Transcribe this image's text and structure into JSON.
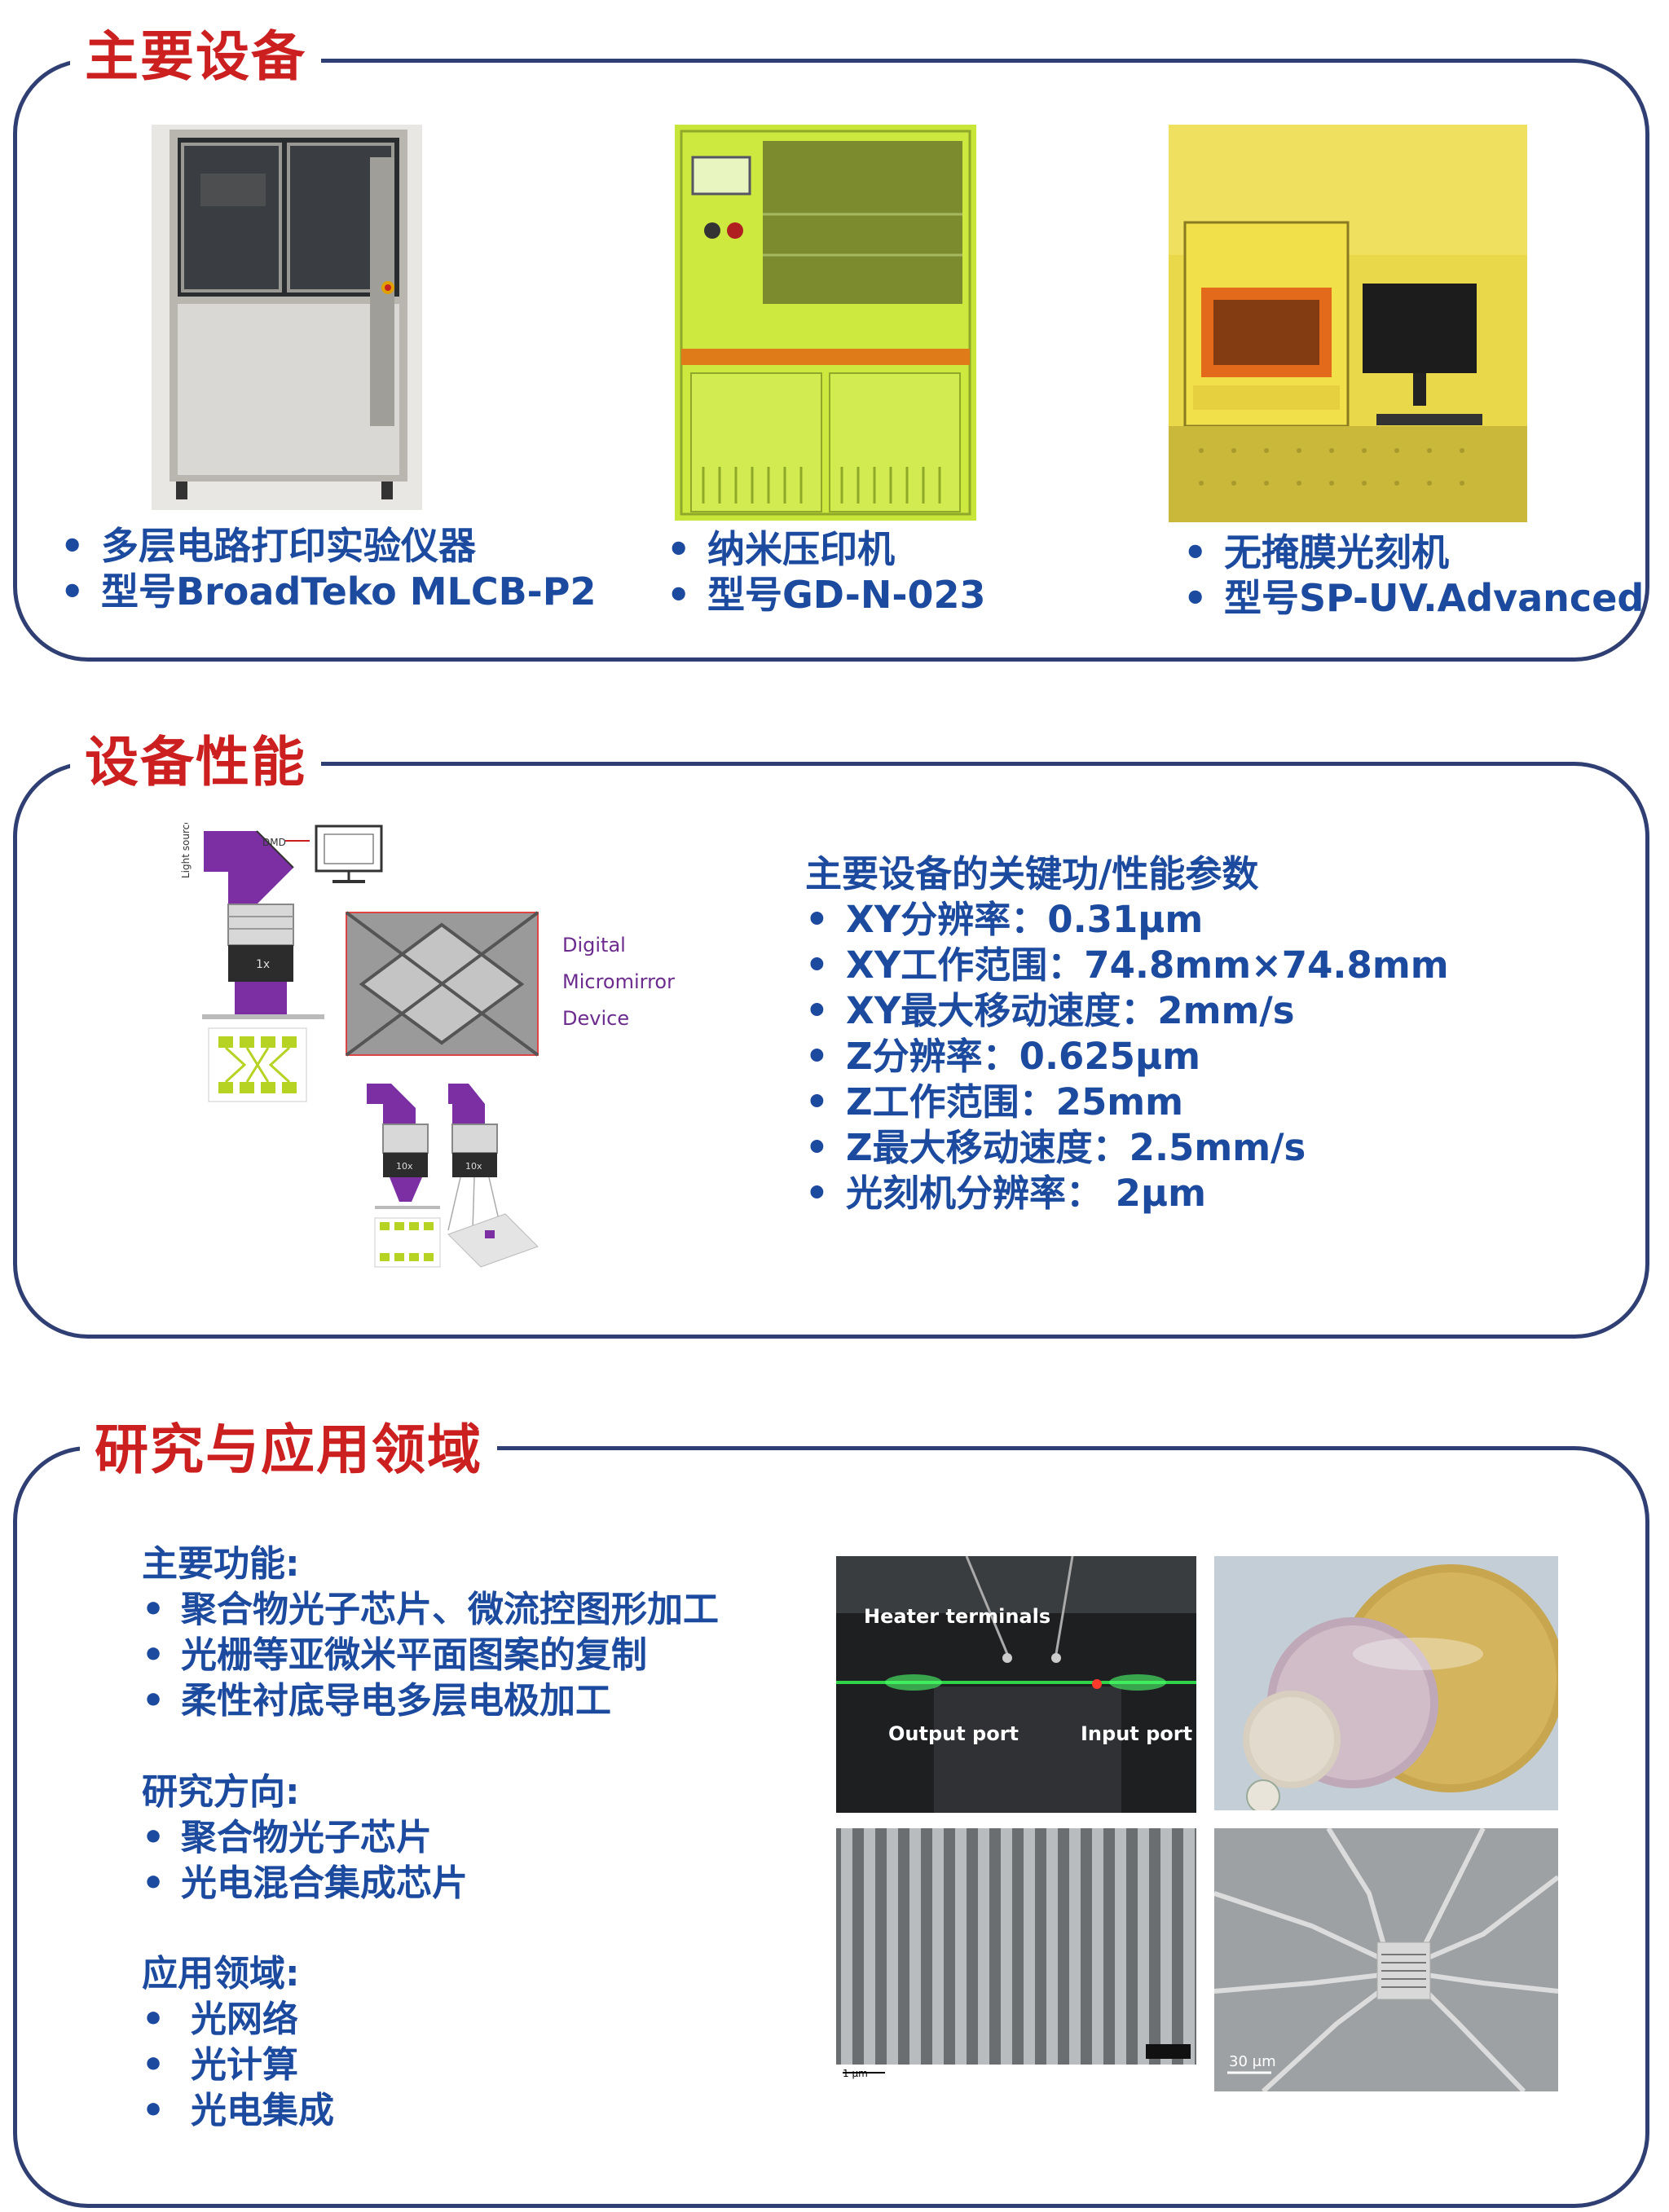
{
  "sections": {
    "equipment_title": "主要设备",
    "performance_title": "设备性能",
    "research_title": "研究与应用领域"
  },
  "equipment": [
    {
      "name": "多层电路打印实验仪器",
      "model": "型号BroadTeko MLCB-P2"
    },
    {
      "name": "纳米压印机",
      "model": "型号GD-N-023"
    },
    {
      "name": "无掩膜光刻机",
      "model": "型号SP-UV.Advanced"
    }
  ],
  "performance": {
    "heading": "主要设备的关键功/性能参数",
    "specs": [
      "XY分辨率：0.31μm",
      "XY工作范围：74.8mm×74.8mm",
      "XY最大移动速度：2mm/s",
      "Z分辨率：0.625μm",
      "Z工作范围：25mm",
      "Z最大移动速度：2.5mm/s",
      "光刻机分辨率： 2μm"
    ],
    "diagram": {
      "light_source": "Light source",
      "dmd": "DMD",
      "lens_1x": "1x",
      "lens_10x_a": "10x",
      "lens_10x_b": "10x",
      "dmd_caption": [
        "Digital",
        "Micromirror",
        "Device"
      ]
    }
  },
  "research": {
    "functions_heading": "主要功能:",
    "functions": [
      "聚合物光子芯片、微流控图形加工",
      "光栅等亚微米平面图案的复制",
      "柔性衬底导电多层电极加工"
    ],
    "directions_heading": "研究方向:",
    "directions": [
      "聚合物光子芯片",
      "光电混合集成芯片"
    ],
    "applications_heading": "应用领域:",
    "applications": [
      "光网络",
      "光计算",
      "光电集成"
    ],
    "photo_labels": {
      "heater": "Heater terminals",
      "output": "Output port",
      "input": "Input port",
      "scale_sem": "1 μm",
      "scale_chip": "30 μm"
    }
  },
  "colors": {
    "title_red": "#cc1f1f",
    "text_blue": "#1b4a9e",
    "border_navy": "#2f3f73",
    "accent_purple": "#6b2c8e"
  }
}
